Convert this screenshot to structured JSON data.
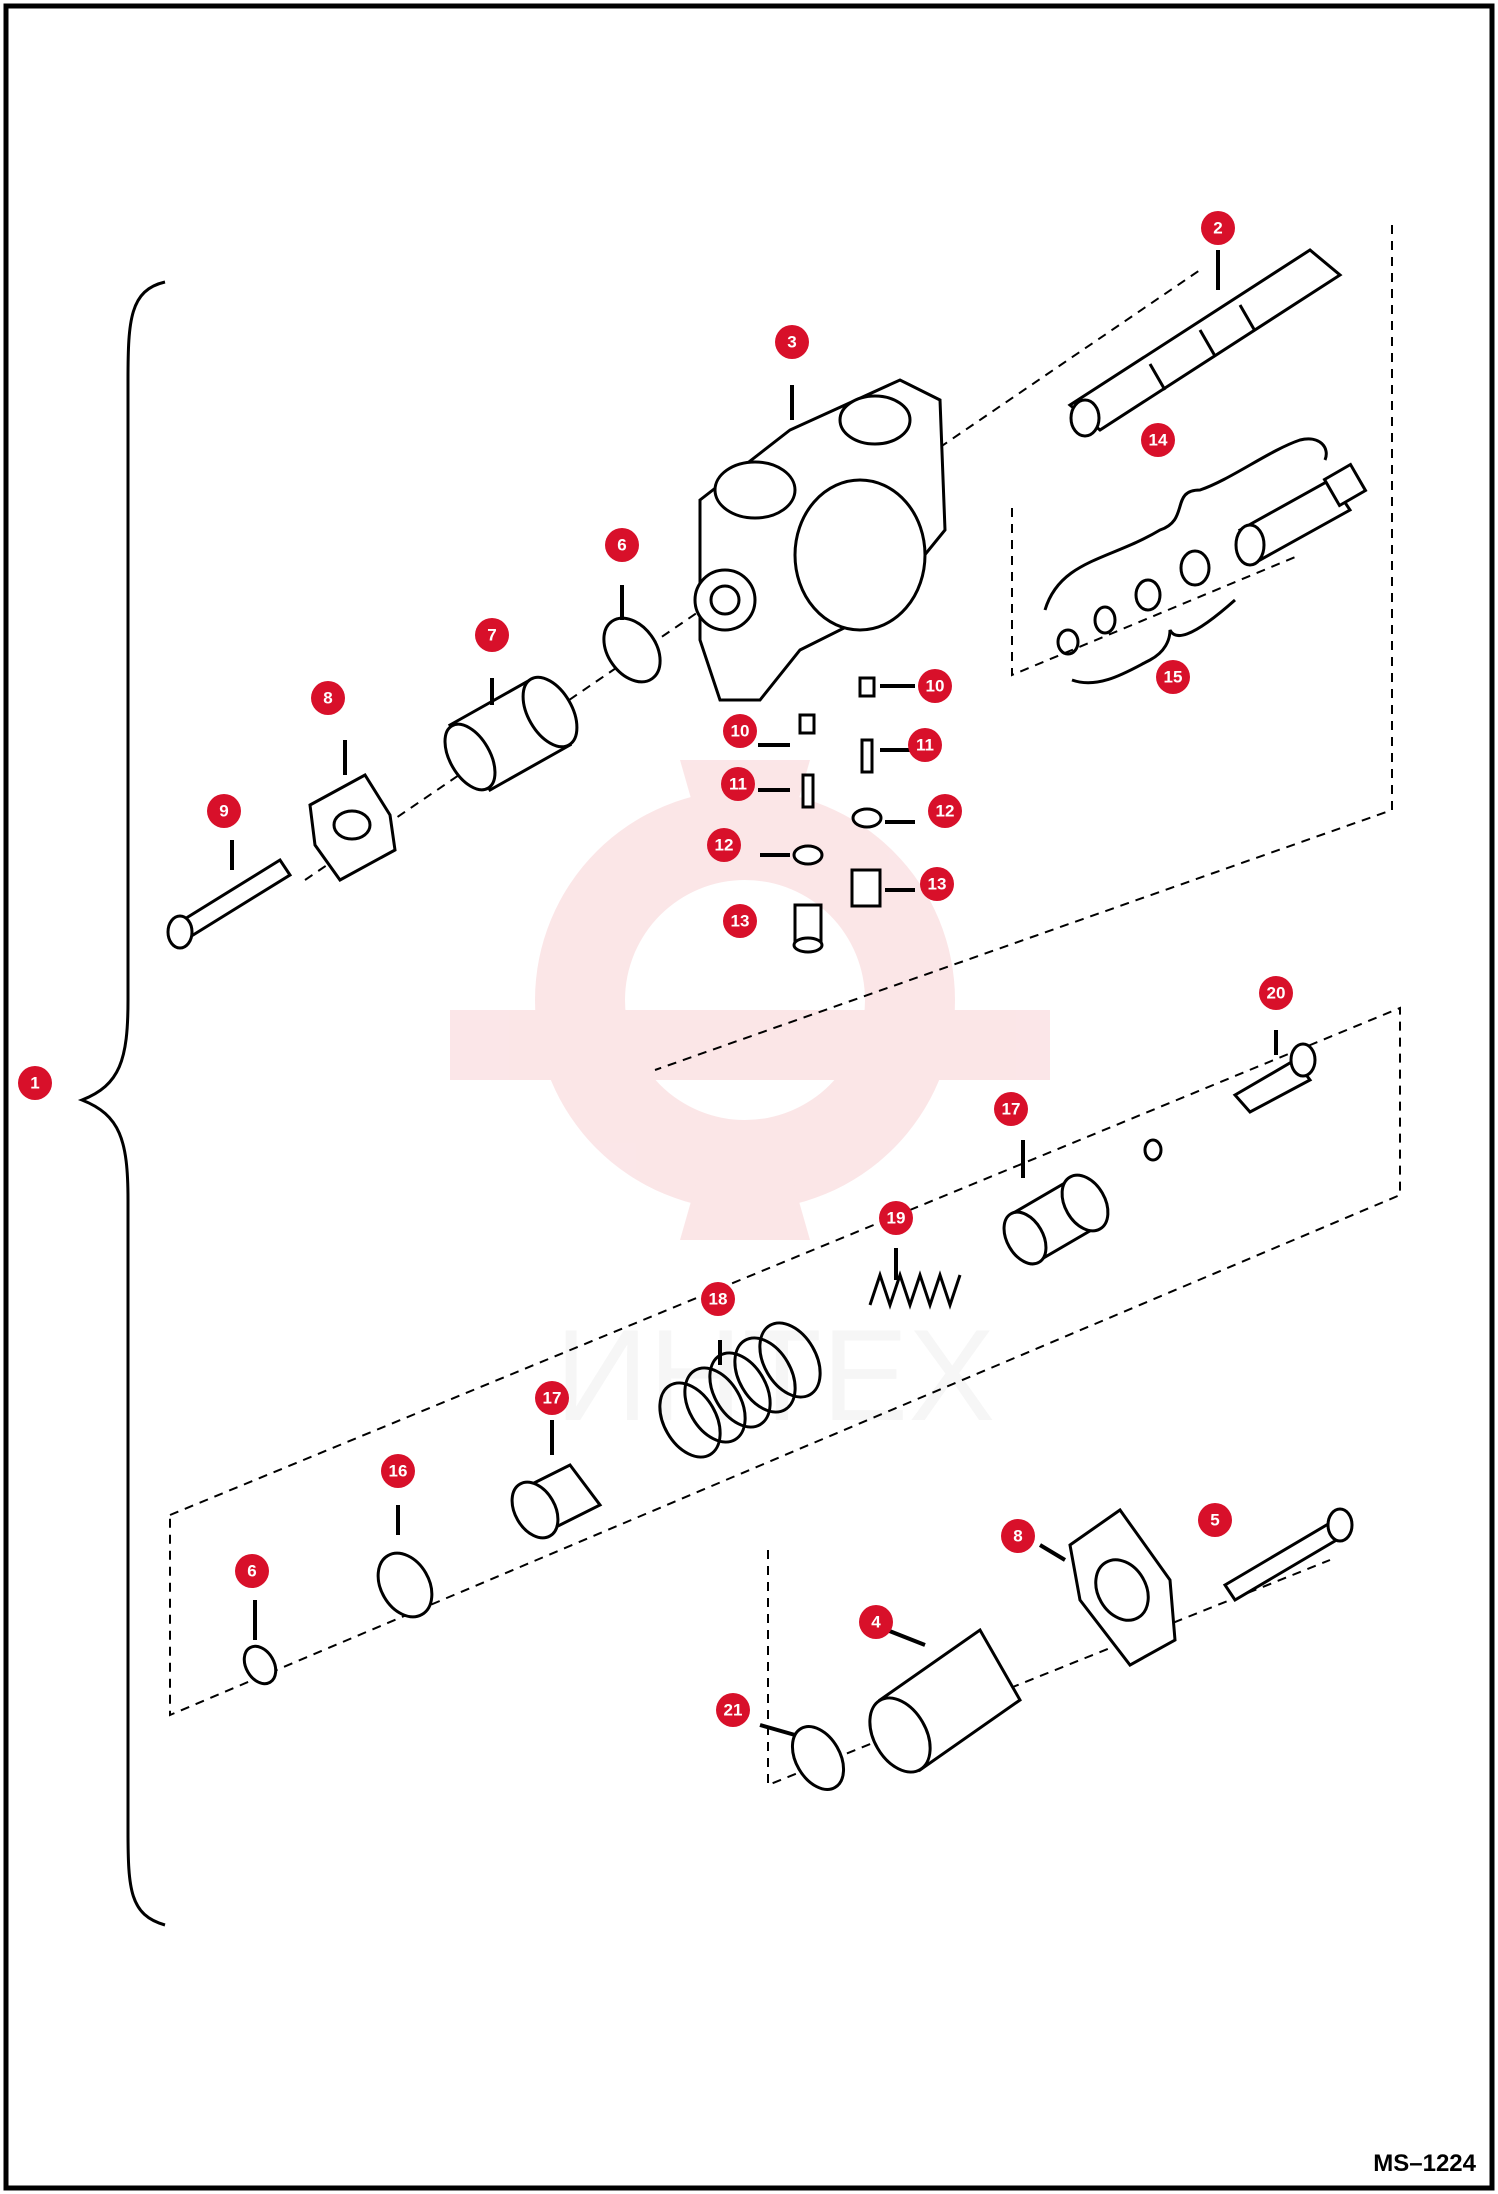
{
  "drawing": {
    "code": "MS–1224",
    "watermark": "ИНТЕХ",
    "accent_color": "#d8102a",
    "watermark_color": "#f4b8bc"
  },
  "callouts": [
    "1",
    "2",
    "3",
    "14",
    "6",
    "7",
    "8",
    "9",
    "10",
    "10",
    "11",
    "11",
    "12",
    "12",
    "13",
    "13",
    "15",
    "20",
    "17",
    "19",
    "18",
    "17",
    "16",
    "6",
    "8",
    "5",
    "4",
    "21"
  ]
}
